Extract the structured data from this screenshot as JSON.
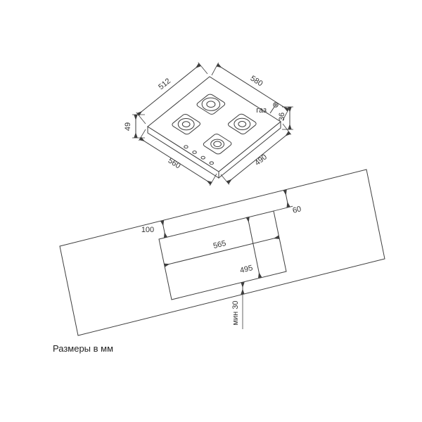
{
  "caption": "Размеры в мм",
  "hob_view": {
    "dim_top_depth": "512",
    "dim_top_width": "580",
    "dim_thickness": "36",
    "dim_height": "49",
    "dim_body_width": "560",
    "dim_body_depth": "490",
    "gas_label": "газ"
  },
  "installation_view": {
    "dim_rear_clearance": "100",
    "dim_side_clearance": "60",
    "dim_cutout_width": "565",
    "dim_cutout_depth": "495",
    "dim_front_min": "мин 30"
  },
  "colors": {
    "line": "#3d3d3d",
    "text": "#333333",
    "background": "#ffffff"
  }
}
